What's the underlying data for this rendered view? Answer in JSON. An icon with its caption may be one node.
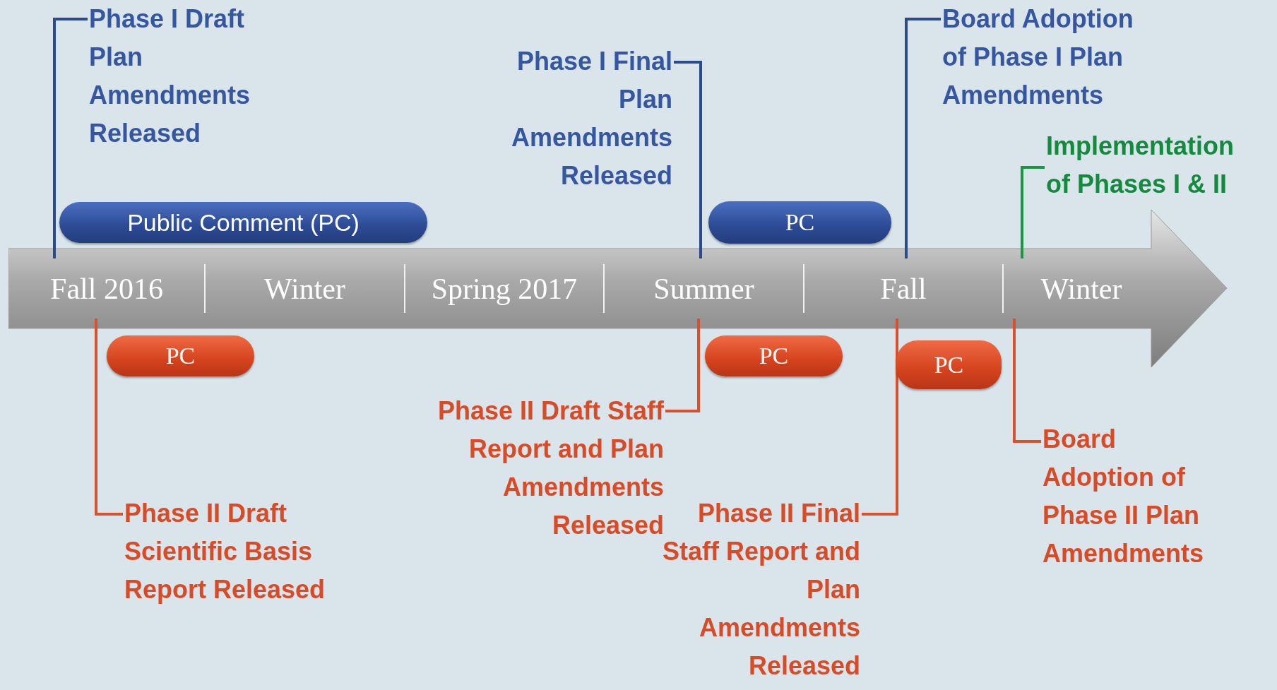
{
  "diagram": {
    "nodes": [
      {
        "text": [],
        "shape": "arrow"
      },
      {
        "text": [
          "Fall 2016"
        ],
        "in": 0
      },
      {
        "text": [
          "Winter"
        ],
        "in": 0
      },
      {
        "text": [
          "Spring 2017"
        ],
        "in": 0
      },
      {
        "text": [
          "Summer"
        ],
        "in": 0
      },
      {
        "text": [
          "Fall"
        ],
        "in": 0
      },
      {
        "text": [
          "Winter"
        ],
        "in": 0
      },
      {
        "text": [
          "Phase I Draft Plan Amendments Released"
        ]
      },
      {
        "text": [
          "Phase I Final Plan Amendments Released"
        ]
      },
      {
        "text": [
          "Board Adoption of Phase I Plan Amendments"
        ]
      },
      {
        "text": [
          "Implementation of Phases I & II"
        ]
      },
      {
        "text": [
          "Public Comment (PC)"
        ]
      },
      {
        "text": [
          "PC"
        ]
      },
      {
        "text": [
          "PC"
        ]
      },
      {
        "text": [
          "PC"
        ]
      },
      {
        "text": [
          "PC"
        ]
      },
      {
        "text": [
          "Phase II Draft Scientific Basis Report Released"
        ]
      },
      {
        "text": [
          "Phase II Draft Staff Report and Plan Amendments Released"
        ]
      },
      {
        "text": [
          "Phase II Final Staff Report and Plan Amendments Released"
        ]
      },
      {
        "text": [
          "Board Adoption of Phase II Plan Amendments"
        ]
      }
    ],
    "edges": [
      {
        "from": 7,
        "to": 1,
        "arrow": "none",
        "color": "#2b4a8b"
      },
      {
        "from": 8,
        "to": 4,
        "arrow": "none",
        "color": "#2b4a8b"
      },
      {
        "from": 9,
        "to": 5,
        "arrow": "none",
        "color": "#2b4a8b"
      },
      {
        "from": 10,
        "to": 6,
        "arrow": "none",
        "color": "#1a9641"
      },
      {
        "from": 16,
        "to": 1,
        "arrow": "none"
      },
      {
        "from": 17,
        "to": 4,
        "arrow": "none"
      },
      {
        "from": 18,
        "to": 5,
        "arrow": "none"
      },
      {
        "from": 19,
        "to": 6,
        "arrow": "none"
      }
    ]
  }
}
